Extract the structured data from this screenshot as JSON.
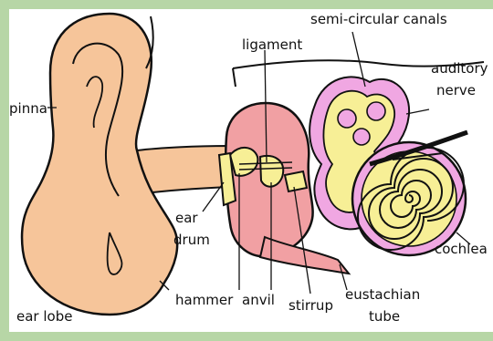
{
  "labels": {
    "semicircular_canals": "semi-circular canals",
    "ligament": "ligament",
    "auditory_nerve_1": "auditory",
    "auditory_nerve_2": "nerve",
    "pinna": "pinna",
    "ear_drum_1": "ear",
    "ear_drum_2": "drum",
    "cochlea": "cochlea",
    "eustachian_1": "eustachian",
    "eustachian_2": "tube",
    "hammer": "hammer",
    "anvil": "anvil",
    "stirrup": "stirrup",
    "ear_lobe": "ear lobe"
  },
  "colors": {
    "frame": "#b7d6a6",
    "outer_ear": "#f6c59a",
    "middle_ear": "#f1a0a3",
    "inner_ear_outer": "#f0a7e2",
    "inner_ear_inner": "#f7ef96",
    "outline": "#111111"
  }
}
